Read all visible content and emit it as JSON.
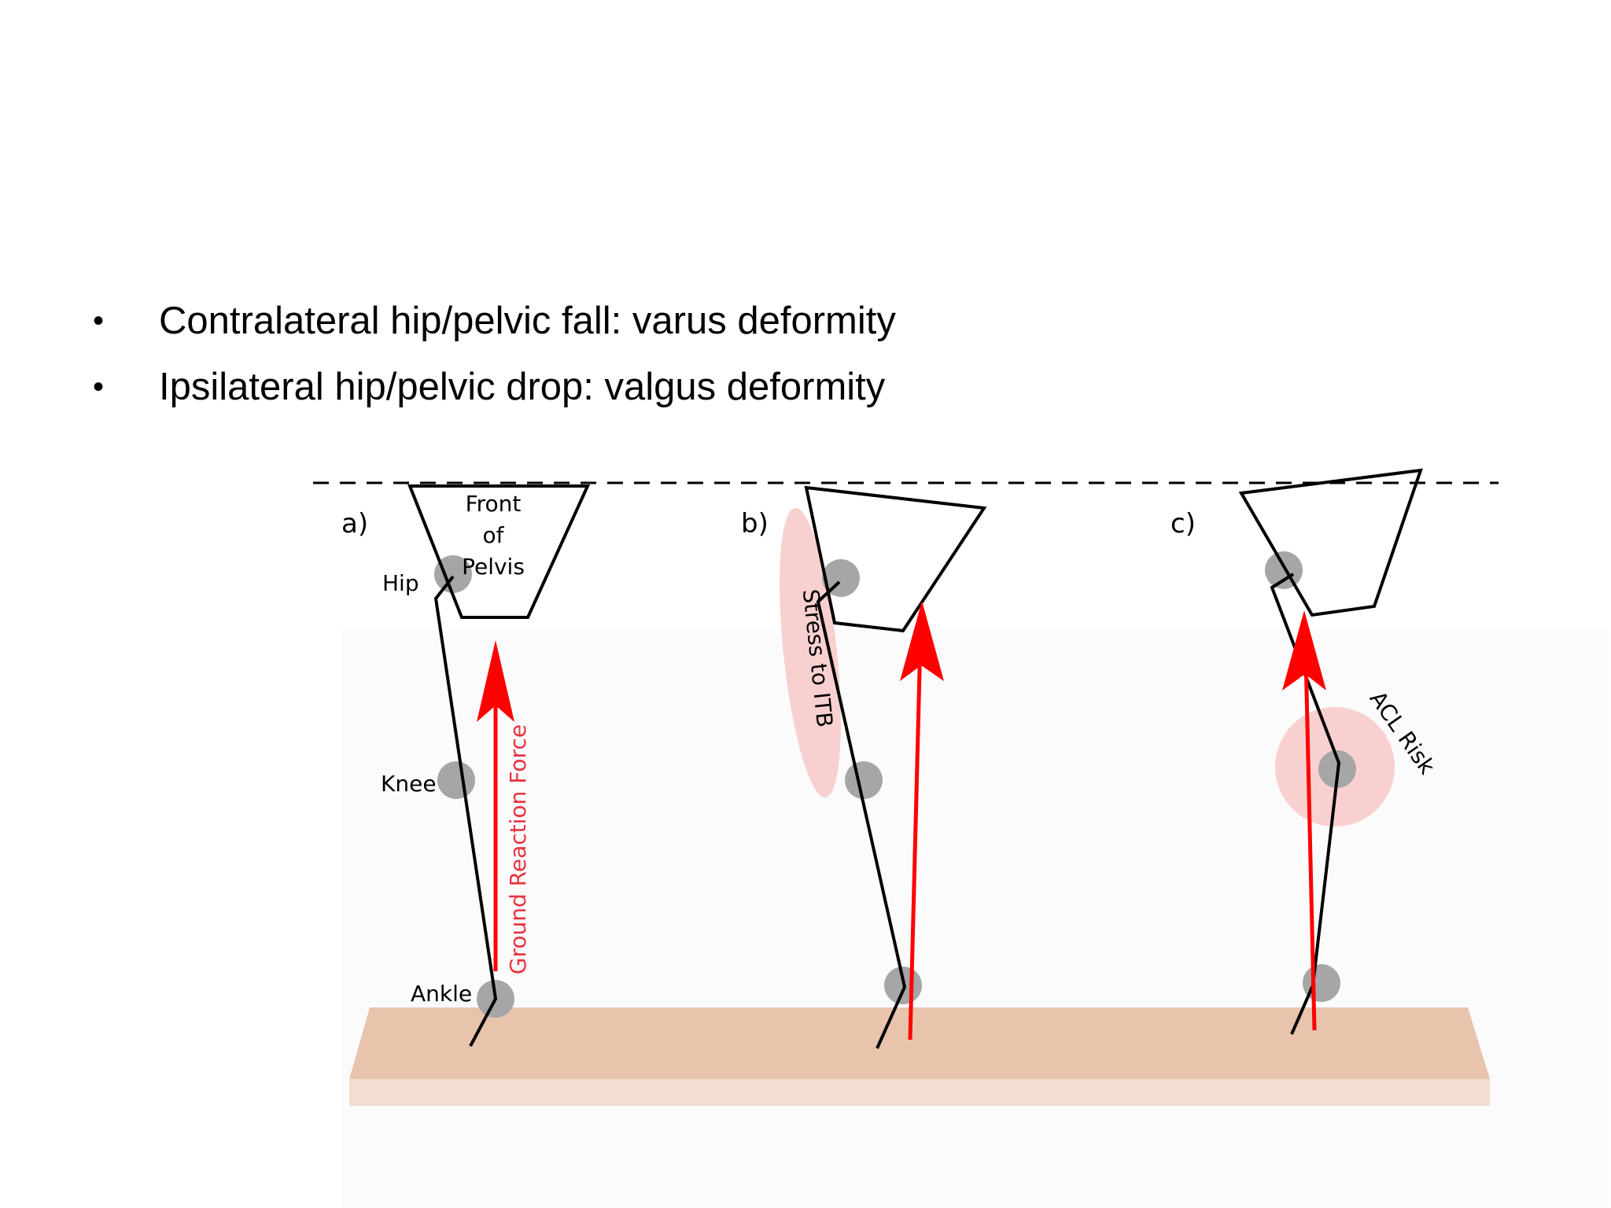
{
  "bullets": [
    {
      "marker": "•",
      "text": "Contralateral hip/pelvic fall: varus deformity"
    },
    {
      "marker": "•",
      "text": "Ipsilateral hip/pelvic drop: valgus deformity"
    }
  ],
  "diagram": {
    "panels": [
      {
        "label": "a)",
        "pelvis_text": [
          "Front",
          "of",
          "Pelvis"
        ]
      },
      {
        "label": "b)"
      },
      {
        "label": "c)"
      }
    ],
    "joint_labels": {
      "hip": "Hip",
      "knee": "Knee",
      "ankle": "Ankle"
    },
    "force_label": "Ground Reaction Force",
    "itb_label": "Stress to ITB",
    "acl_label": "ACL Risk",
    "colors": {
      "force": "#ff0000",
      "force_text": "#e8323e",
      "stress_zone": "#f8c8c8",
      "joint": "#a6a6a6",
      "ground": "#e8c4ad",
      "ground_edge": "#f2ddd0"
    }
  }
}
